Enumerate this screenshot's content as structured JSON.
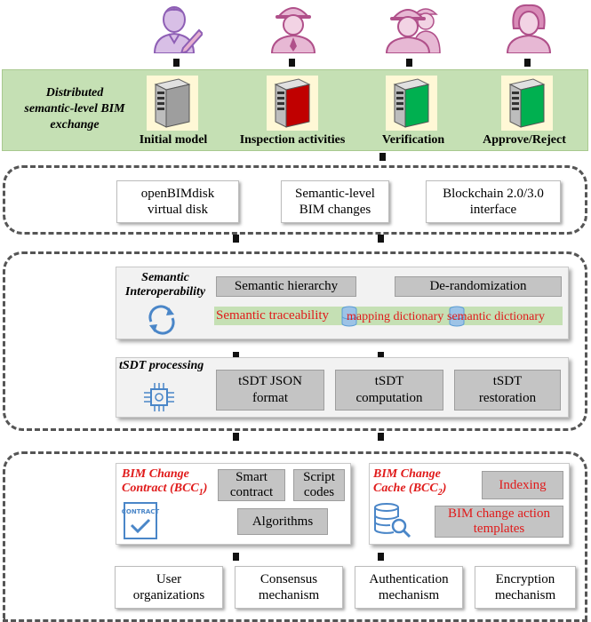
{
  "users": [
    {
      "icon": "designer-user-icon"
    },
    {
      "icon": "inspector-user-icon"
    },
    {
      "icon": "verifier-user-icon"
    },
    {
      "icon": "approver-user-icon"
    }
  ],
  "exchange": {
    "title_lines": [
      "Distributed",
      "semantic-level BIM",
      "exchange"
    ],
    "steps": [
      "Initial model",
      "Inspection activities",
      "Verification",
      "Approve/Reject"
    ],
    "colors": {
      "band": "#c5e0b4",
      "red_server": "#c00000",
      "green_server": "#00b050"
    }
  },
  "interface_layer": {
    "boxes": [
      {
        "line1": "openBIMdisk",
        "line2": "virtual disk"
      },
      {
        "line1": "Semantic-level",
        "line2": "BIM changes"
      },
      {
        "line1": "Blockchain 2.0/3.0",
        "line2": "interface"
      }
    ]
  },
  "semantic": {
    "title_line1": "Semantic",
    "title_line2": "Interoperability",
    "hierarchy": "Semantic hierarchy",
    "derandomization": "De-randomization",
    "traceability": "Semantic traceability",
    "mapping_dictionary": "mapping dictionary",
    "semantic_dictionary": "semantic dictionary"
  },
  "tsdt": {
    "title": "tSDT processing",
    "boxes": [
      {
        "line1": "tSDT JSON",
        "line2": "format"
      },
      {
        "line1": "tSDT",
        "line2": "computation"
      },
      {
        "line1": "tSDT",
        "line2": "restoration"
      }
    ]
  },
  "bcc1": {
    "title_line1": "BIM Change",
    "title_line2": "Contract (BCC",
    "subscript": "1",
    "title_close": ")",
    "smart_contract_1": "Smart",
    "smart_contract_2": "contract",
    "script_codes_1": "Script",
    "script_codes_2": "codes",
    "algorithms": "Algorithms",
    "contract_icon_text": "CONTRACT"
  },
  "bcc2": {
    "title_line1": "BIM Change",
    "title_line2": "Cache (BCC",
    "subscript": "2",
    "title_close": ")",
    "indexing": "Indexing",
    "templates_1": "BIM change action",
    "templates_2": "templates"
  },
  "mechanisms": [
    {
      "line1": "User",
      "line2": "organizations"
    },
    {
      "line1": "Consensus",
      "line2": "mechanism"
    },
    {
      "line1": "Authentication",
      "line2": "mechanism"
    },
    {
      "line1": "Encryption",
      "line2": "mechanism"
    }
  ]
}
